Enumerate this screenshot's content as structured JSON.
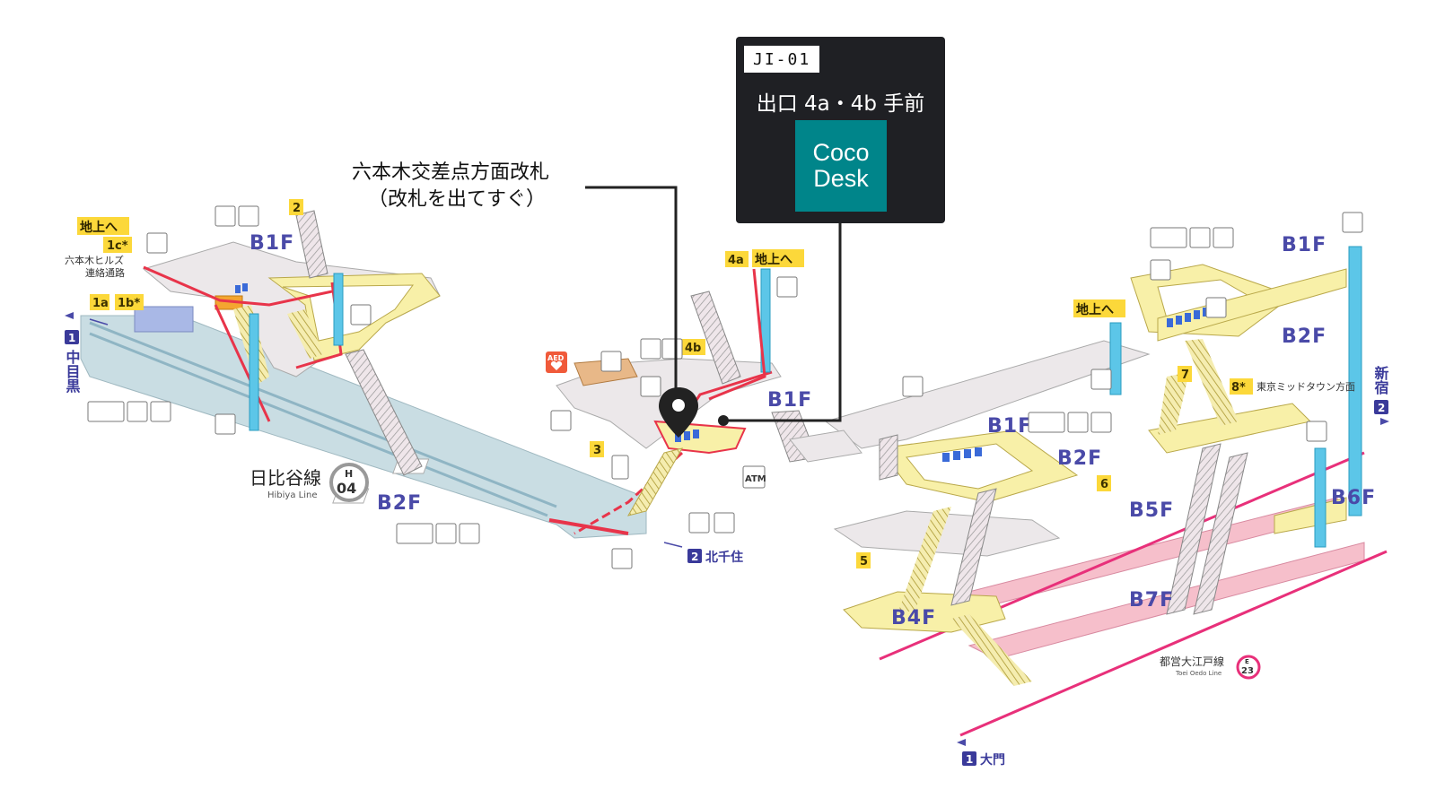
{
  "callout": {
    "station_code": "JI-01",
    "location": "出口 4a・4b 手前",
    "brand_line1": "Coco",
    "brand_line2": "Desk"
  },
  "gate_label": {
    "line1": "六本木交差点方面改札",
    "line2": "（改札を出てすぐ）"
  },
  "floors": {
    "hibiya_b1f_left": "B1F",
    "hibiya_b1f_center": "B1F",
    "hibiya_b2f": "B2F",
    "oedo_b1f_top": "B1F",
    "oedo_b2f_top": "B2F",
    "oedo_b1f_mid": "B1F",
    "oedo_b2f_mid": "B2F",
    "oedo_b4f": "B4F",
    "oedo_b5f": "B5F",
    "oedo_b6f": "B6F",
    "oedo_b7f": "B7F"
  },
  "exits": {
    "chijo_left": "地上へ",
    "e1c": "1c*",
    "hills_link_1": "六本木ヒルズ",
    "hills_link_2": "連絡通路",
    "e1a": "1a",
    "e1b": "1b*",
    "e2": "2",
    "e3": "3",
    "e4a": "4a",
    "chijo_4a": "地上へ",
    "e4b": "4b",
    "chijo_right": "地上へ",
    "e5": "5",
    "e6": "6",
    "e7": "7",
    "e8": "8*",
    "midtown": "東京ミッドタウン方面"
  },
  "lines": {
    "hibiya_jp": "日比谷線",
    "hibiya_en": "Hibiya Line",
    "hibiya_badge_letter": "H",
    "hibiya_badge_num": "04",
    "oedo_jp": "都営大江戸線",
    "oedo_en": "Toei Oedo Line",
    "oedo_badge_letter": "E",
    "oedo_badge_num": "23"
  },
  "directions": {
    "nakameguro_num": "1",
    "nakameguro": "中目黒",
    "kitasenju_num": "2",
    "kitasenju": "北千住",
    "shinjuku_num": "2",
    "shinjuku": "新宿",
    "daimon_num": "1",
    "daimon": "大門"
  },
  "facility_labels": {
    "aed": "AED",
    "atm": "ATM"
  },
  "colors": {
    "callout_bg": "#1f2024",
    "brand": "#00858a",
    "hibiya_platform": "#c9dde3",
    "oedo_platform": "#f6bfcb",
    "concourse": "#f8f0a8",
    "passage": "#ece8ea",
    "elevator": "#5cc6e8",
    "route_red": "#e8344a",
    "oedo_line": "#e8307a",
    "label_yellow": "#fcd83a",
    "floor_text": "#4a4aa8"
  },
  "icons": [
    "marker-pin-icon",
    "toilet-icon",
    "wheelchair-icon",
    "baby-icon",
    "elevator-icon",
    "ticket-machine-icon",
    "info-desk-icon",
    "escalator-icon",
    "phone-icon",
    "locker-icon",
    "aed-icon",
    "atm-icon",
    "office-icon"
  ]
}
